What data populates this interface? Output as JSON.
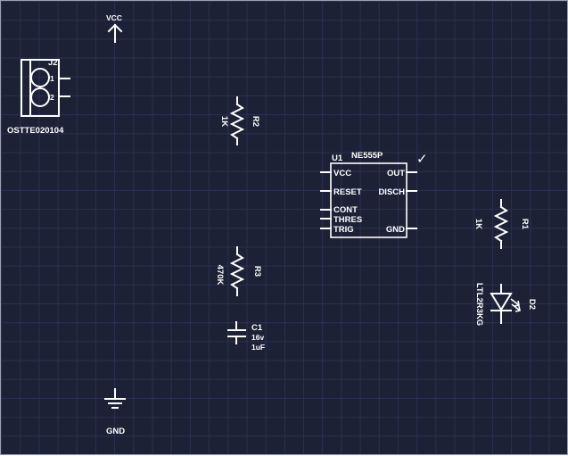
{
  "colors": {
    "background": "#1c2136",
    "grid": "#2a3150",
    "symbol": "#ffffff"
  },
  "vcc": {
    "label": "VCC",
    "icon": "power-arrow-icon"
  },
  "gnd": {
    "label": "GND",
    "icon": "ground-icon"
  },
  "j2": {
    "ref": "J2",
    "part": "OSTTE020104",
    "pin1": "1",
    "pin2": "2"
  },
  "r2": {
    "ref": "R2",
    "value": "1K"
  },
  "r3": {
    "ref": "R3",
    "value": "470K"
  },
  "c1": {
    "ref": "C1",
    "voltage": "16v",
    "value": "1uF"
  },
  "u1": {
    "ref": "U1",
    "part": "NE555P",
    "check": "✓",
    "pins_left": [
      "VCC",
      "RESET",
      "CONT",
      "THRES",
      "TRIG"
    ],
    "pins_right": [
      "OUT",
      "DISCH",
      "GND"
    ]
  },
  "r1": {
    "ref": "R1",
    "value": "1K"
  },
  "d2": {
    "ref": "D2",
    "part": "LTL2R3KG"
  }
}
